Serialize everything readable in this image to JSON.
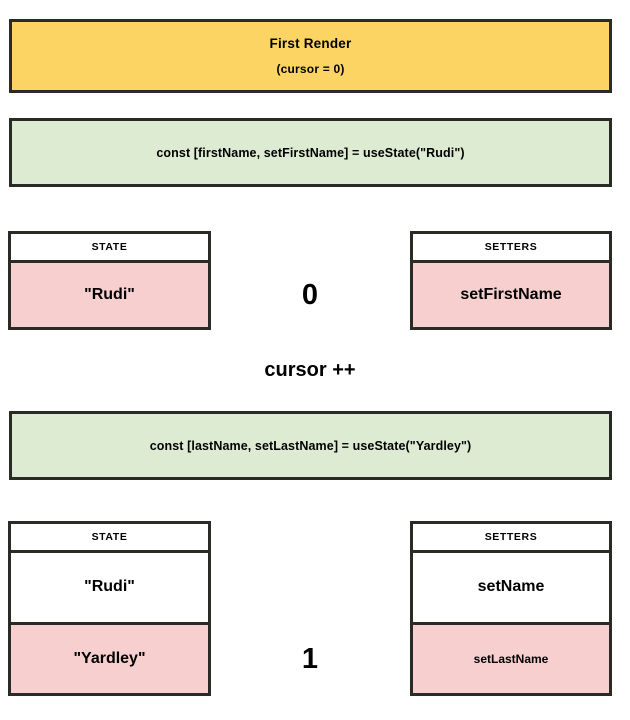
{
  "banner": {
    "title": "First Render",
    "subtitle": "(cursor = 0)",
    "bg_color": "#FBD464"
  },
  "colors": {
    "border": "#2B2B26",
    "banner_yellow": "#FBD464",
    "code_green": "#DCEBD2",
    "highlight_pink": "#F7CFCF",
    "plain_white": "#FFFFFF"
  },
  "hooks": [
    {
      "code": "const [firstName, setFirstName] = useState(\"Rudi\")",
      "cursor_index": "0",
      "state_table": {
        "header": "STATE",
        "rows": [
          {
            "value": "\"Rudi\"",
            "highlighted": true,
            "emphasis": "large"
          }
        ]
      },
      "setters_table": {
        "header": "SETTERS",
        "rows": [
          {
            "value": "setFirstName",
            "highlighted": true,
            "emphasis": "large"
          }
        ]
      }
    },
    {
      "code": "const [lastName, setLastName] = useState(\"Yardley\")",
      "cursor_index": "1",
      "state_table": {
        "header": "STATE",
        "rows": [
          {
            "value": "\"Rudi\"",
            "highlighted": false,
            "emphasis": "large"
          },
          {
            "value": "\"Yardley\"",
            "highlighted": true,
            "emphasis": "large"
          }
        ]
      },
      "setters_table": {
        "header": "SETTERS",
        "rows": [
          {
            "value": "setName",
            "highlighted": false,
            "emphasis": "large"
          },
          {
            "value": "setLastName",
            "highlighted": true,
            "emphasis": "small"
          }
        ]
      }
    }
  ],
  "cursor_increment_label": "cursor ++"
}
